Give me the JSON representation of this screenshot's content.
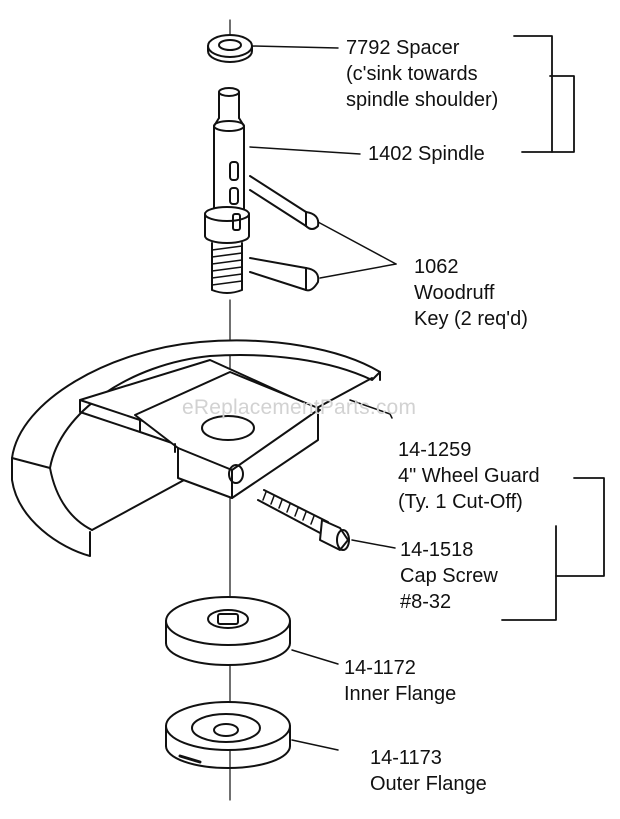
{
  "watermark": "eReplacementParts.com",
  "colors": {
    "ink": "#111111",
    "paper": "#ffffff",
    "watermark": "#d2d2d2"
  },
  "parts": {
    "spacer": {
      "line1": "7792 Spacer",
      "line2": "(c'sink towards",
      "line3": "spindle shoulder)"
    },
    "spindle": {
      "line1": "1402 Spindle"
    },
    "woodruff_key": {
      "line1": "1062",
      "line2": "Woodruff",
      "line3": "Key (2 req'd)"
    },
    "wheel_guard": {
      "line1": "14-1259",
      "line2": "4\" Wheel Guard",
      "line3": "(Ty. 1 Cut-Off)"
    },
    "cap_screw": {
      "line1": "14-1518",
      "line2": "Cap Screw",
      "line3": "#8-32"
    },
    "inner_flange": {
      "line1": "14-1172",
      "line2": "Inner Flange"
    },
    "outer_flange": {
      "line1": "14-1173",
      "line2": "Outer Flange"
    }
  }
}
